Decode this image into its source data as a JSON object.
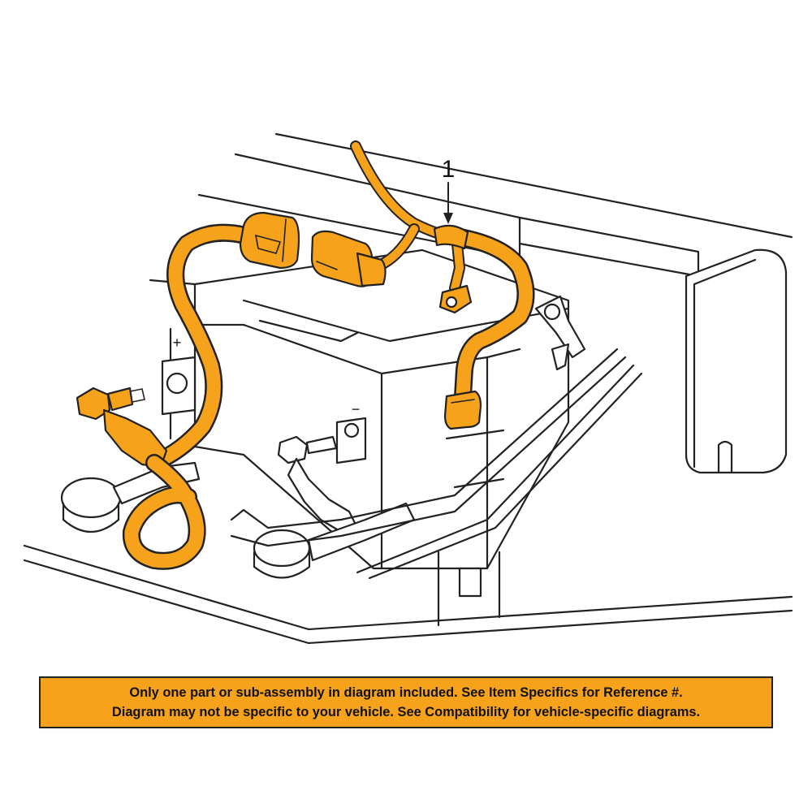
{
  "callout": {
    "number": "1"
  },
  "disclaimer": {
    "line1": "Only one part or sub-assembly in diagram included. See Item Specifics for Reference #.",
    "line2": "Diagram may not be specific to your vehicle. See Compatibility for vehicle-specific diagrams."
  },
  "colors": {
    "highlight": "#F7A21B",
    "banner_background": "#F7A21B",
    "line_art": "#222222",
    "background": "#FFFFFF"
  }
}
